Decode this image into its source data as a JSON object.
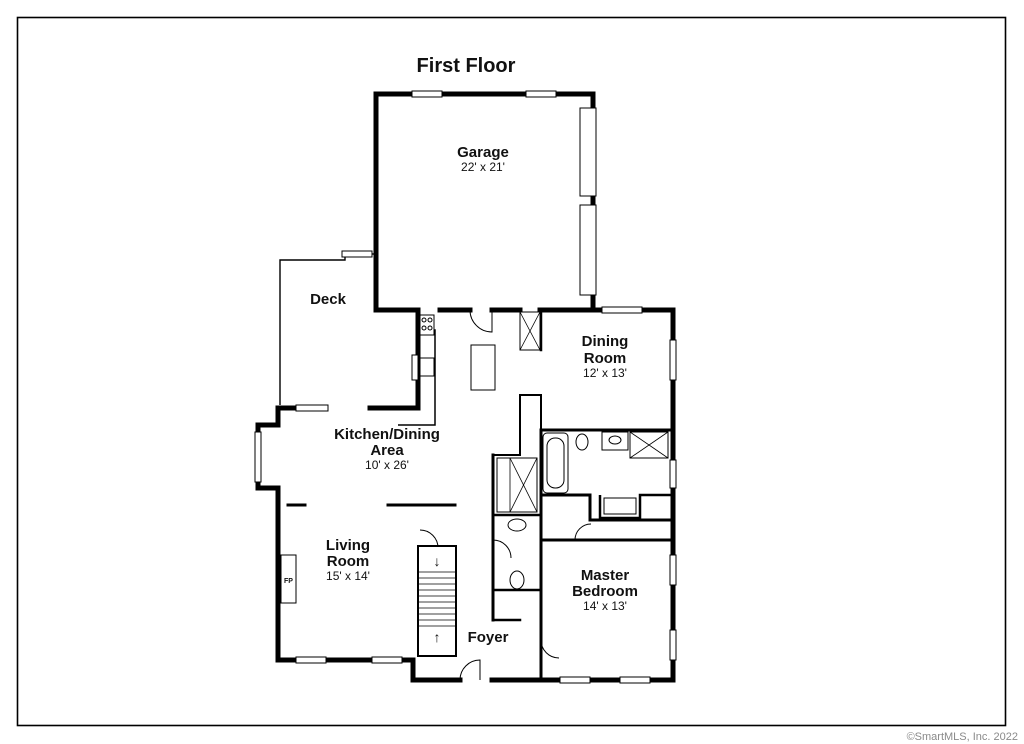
{
  "title": "First Floor",
  "copyright": "©SmartMLS, Inc. 2022",
  "rooms": {
    "garage": {
      "name": "Garage",
      "dims": "22' x 21'"
    },
    "deck": {
      "name": "Deck"
    },
    "dining": {
      "name_line1": "Dining",
      "name_line2": "Room",
      "dims": "12' x 13'"
    },
    "kitchen": {
      "name_line1": "Kitchen/Dining",
      "name_line2": "Area",
      "dims": "10' x 26'"
    },
    "living": {
      "name_line1": "Living",
      "name_line2": "Room",
      "dims": "15' x 14'"
    },
    "master": {
      "name_line1": "Master",
      "name_line2": "Bedroom",
      "dims": "14' x 13'"
    },
    "foyer": {
      "name": "Foyer"
    }
  },
  "fireplace_label": "FP"
}
